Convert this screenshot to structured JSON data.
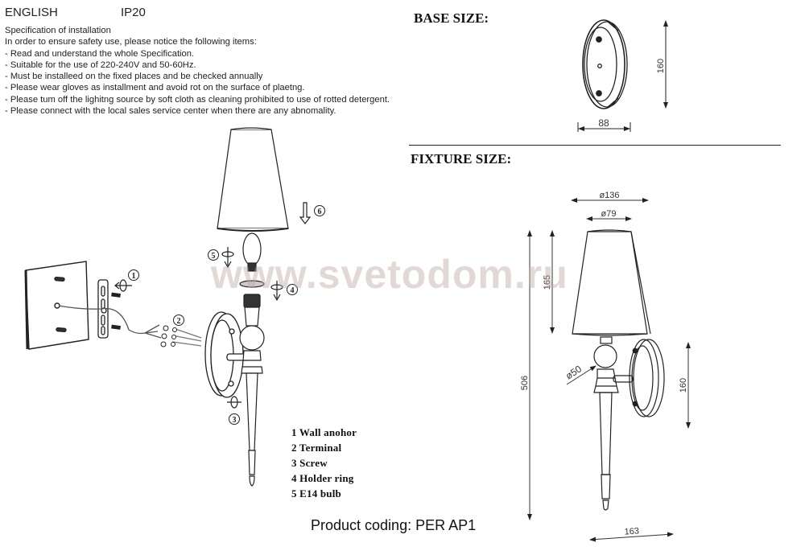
{
  "header": {
    "language": "ENGLISH",
    "ip_rating": "IP20"
  },
  "specification": {
    "title": "Specification of installation",
    "intro": "In order to ensure safety use, please notice the following items:",
    "items": [
      "- Read and understand the whole Specification.",
      "- Suitable for the use of 220-240V and 50-60Hz.",
      "- Must be installeed on the fixed places and be checked annually",
      "- Please wear gloves as installment and avoid rot on the surface of plaetng.",
      "- Please tum off the lighitng source by soft cloth as cleaning prohibited to use of rotted detergent.",
      "- Please connect with the local sales service center when there are any abnomality."
    ]
  },
  "base_size": {
    "title": "BASE SIZE:",
    "height": "160",
    "width": "88"
  },
  "fixture_size": {
    "title": "FIXTURE SIZE:",
    "shade_outer_diameter": "ø136",
    "shade_inner_diameter": "ø79",
    "shade_height": "165",
    "total_height": "506",
    "base_height": "160",
    "ball_diameter": "ø50",
    "projection": "163"
  },
  "assembly_steps": {
    "callouts": [
      "1",
      "2",
      "3",
      "4",
      "5",
      "6"
    ]
  },
  "legend": {
    "items": [
      "1 Wall anohor",
      "2 Terminal",
      "3 Screw",
      "4 Holder ring",
      "5 E14 bulb"
    ]
  },
  "product_coding": "Product coding: PER AP1",
  "watermark": "www.svetodom.ru"
}
